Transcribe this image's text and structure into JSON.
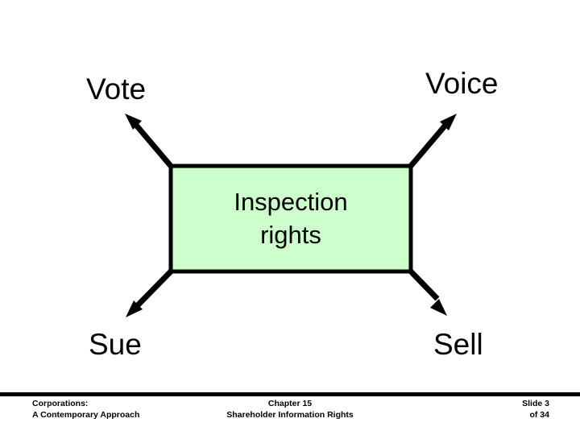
{
  "slide": {
    "background_color": "#ffffff",
    "center_box": {
      "name": "inspection-rights-box",
      "line1": "Inspection",
      "line2": "rights",
      "fill_color": "#ccffcc",
      "border_color": "#000000"
    },
    "labels": [
      {
        "id": "vote",
        "text": "Vote"
      },
      {
        "id": "voice",
        "text": "Voice"
      },
      {
        "id": "sue",
        "text": "Sue"
      },
      {
        "id": "sell",
        "text": "Sell"
      }
    ],
    "arrows": [
      {
        "id": "arrow-up-left",
        "from": "box-top-left",
        "to": "vote"
      },
      {
        "id": "arrow-up-right",
        "from": "box-top-right",
        "to": "voice"
      },
      {
        "id": "arrow-down-left",
        "from": "box-bottom-left",
        "to": "sue"
      },
      {
        "id": "arrow-down-right",
        "from": "box-bottom-right",
        "to": "sell"
      }
    ]
  },
  "footer": {
    "left_line1": "Corporations:",
    "left_line2": "A Contemporary Approach",
    "center_line1": "Chapter 15",
    "center_line2": "Shareholder Information Rights",
    "right_line1": "Slide 3",
    "right_line2": "of 34",
    "rule_color": "#000000"
  }
}
